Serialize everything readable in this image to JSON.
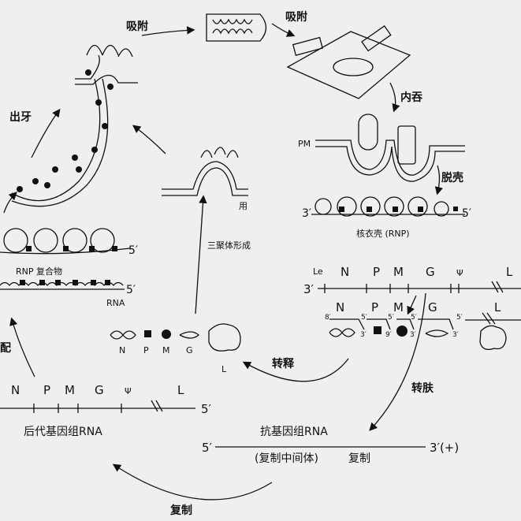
{
  "labels": {
    "adsorb1": "吸附",
    "adsorb2": "吸附",
    "endocytosis": "内吞",
    "pm": "PM",
    "uncoat": "脱壳",
    "rnp_3": "3′",
    "rnp_5": "5′",
    "nucleocapsid": "核衣壳 (RNP)",
    "budding": "出牙",
    "trimer": "三聚体形成",
    "assembly_partial": "用",
    "assembly_left": "配",
    "rnp_complex": "RNP 复合物",
    "rnp_complex_5": "5′",
    "rna_5": "5′",
    "rna": "RNA",
    "transcription": "转释",
    "translation": "转肤",
    "progeny_genome": "后代基因组RNA",
    "antigenome": "抗基因组RNA",
    "intermediate": "(复制中间体)",
    "replication1": "复制",
    "replication2": "复制"
  },
  "genome": {
    "end3": "3′",
    "genes": [
      "Le",
      "N",
      "P",
      "M",
      "G",
      "Ψ",
      "L"
    ]
  },
  "mrna": {
    "genes": [
      "N",
      "P",
      "M",
      "G",
      "L"
    ],
    "ends": [
      "8′",
      "3′",
      "5′",
      "9′",
      "5′",
      "3′",
      "5′",
      "3′",
      "5′"
    ]
  },
  "proteins": [
    "N",
    "P",
    "M",
    "G",
    "L"
  ],
  "progeny": {
    "genes": [
      "N",
      "P",
      "M",
      "G",
      "Ψ",
      "L"
    ],
    "end5": "5′"
  },
  "antigenome_line": {
    "end5": "5′",
    "end3": "3′(+)"
  }
}
